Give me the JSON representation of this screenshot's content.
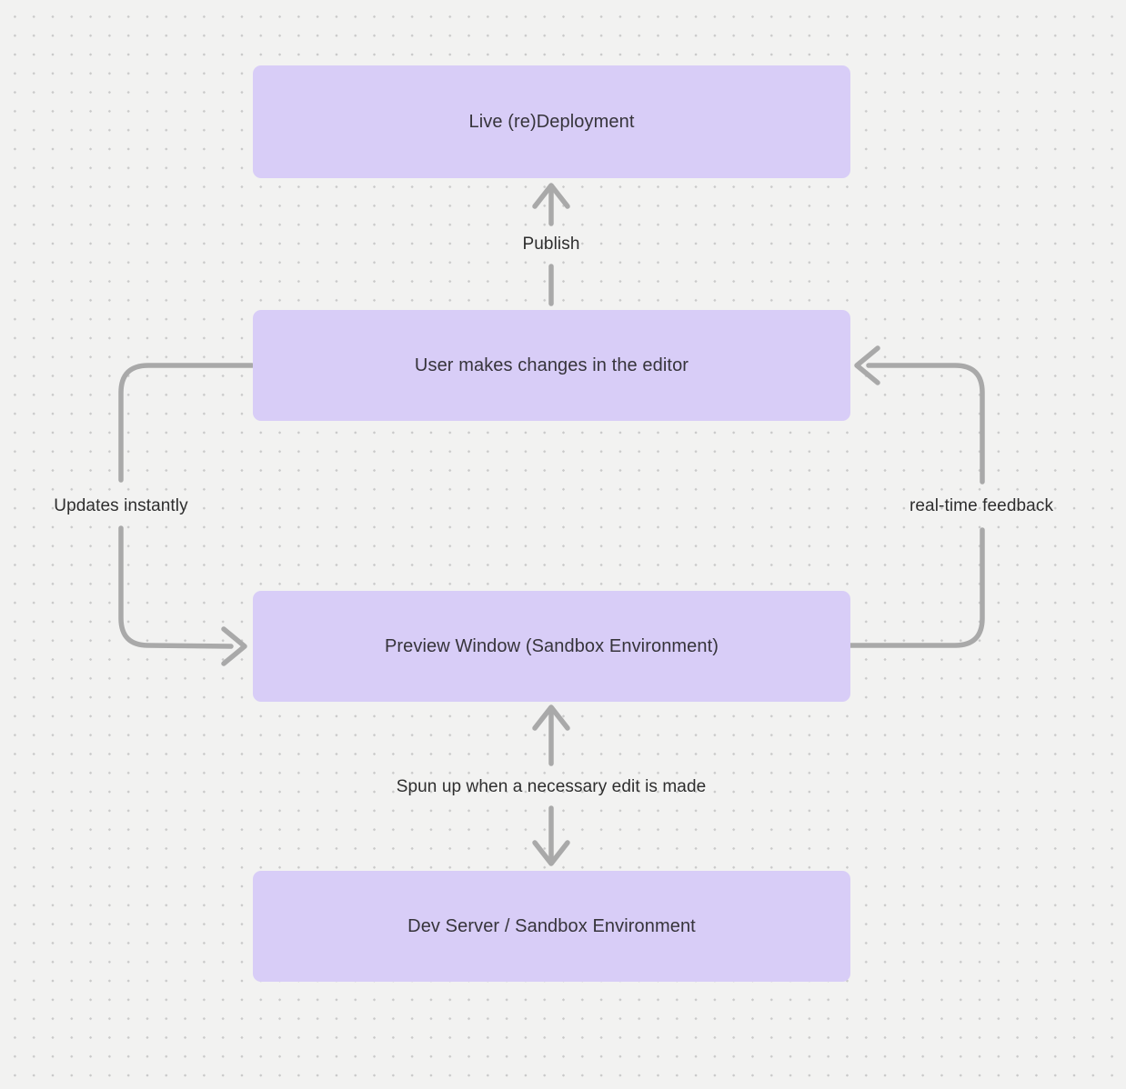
{
  "diagram": {
    "title": "",
    "nodes": [
      {
        "id": "live-deployment",
        "label": "Live (re)Deployment"
      },
      {
        "id": "editor",
        "label": "User makes changes in the editor"
      },
      {
        "id": "preview",
        "label": "Preview Window (Sandbox Environment)"
      },
      {
        "id": "dev-server",
        "label": "Dev Server / Sandbox Environment"
      }
    ],
    "edges": [
      {
        "from": "editor",
        "to": "live-deployment",
        "label": "Publish",
        "direction": "up",
        "arrowhead": "single"
      },
      {
        "from": "editor",
        "to": "preview",
        "label": "Updates instantly",
        "side": "left",
        "arrowhead": "single"
      },
      {
        "from": "preview",
        "to": "editor",
        "label": "real-time feedback",
        "side": "right",
        "arrowhead": "single"
      },
      {
        "from": "preview",
        "to": "dev-server",
        "label": "Spun up when a necessary edit is made",
        "direction": "vertical",
        "arrowhead": "double"
      }
    ],
    "colors": {
      "background": "#f2f2f1",
      "dot": "#c9c9c9",
      "node_fill": "#d8cdf7",
      "node_text": "#36343b",
      "arrow": "#a9a9a9",
      "label_text": "#2e2e2e"
    }
  }
}
